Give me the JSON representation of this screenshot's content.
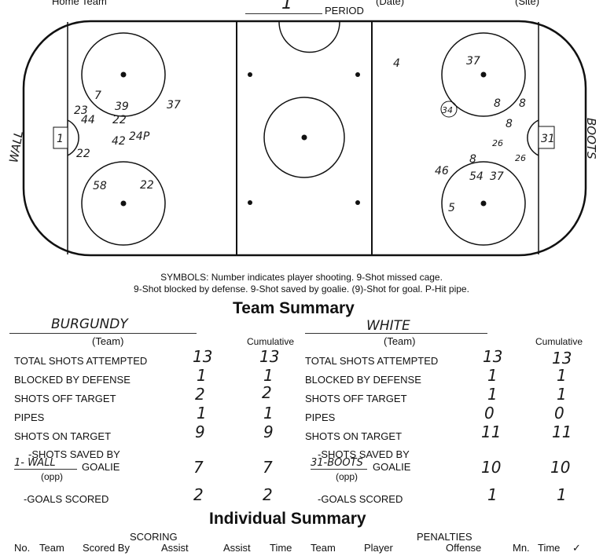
{
  "header": {
    "home_team_label": "Home Team",
    "period_value": "1",
    "period_label": "PERIOD",
    "date_label": "(Date)",
    "site_label": "(Site)"
  },
  "rink": {
    "left_goalie": "1",
    "right_goalie": "31",
    "left_goalie_name": "WALL",
    "right_goalie_name": "BOOTS",
    "marks_left": [
      "7",
      "23",
      "44",
      "39",
      "22",
      "37",
      "42",
      "24P",
      "22",
      "58",
      "22"
    ],
    "marks_right": [
      "4",
      "37",
      "34",
      "8",
      "8",
      "8",
      "26",
      "26",
      "8",
      "46",
      "54",
      "37",
      "5"
    ]
  },
  "symbols": {
    "line1": "SYMBOLS: Number indicates player shooting. 9-Shot missed cage.",
    "line2": "9-Shot blocked by defense. 9-Shot saved by goalie. (9)-Shot for goal. P-Hit pipe."
  },
  "team_summary": {
    "title": "Team Summary",
    "team_caption": "(Team)",
    "cumulative_label": "Cumulative",
    "row_labels": [
      "TOTAL SHOTS ATTEMPTED",
      "BLOCKED BY DEFENSE",
      "SHOTS OFF TARGET",
      "PIPES",
      "SHOTS ON TARGET",
      "-SHOTS SAVED BY",
      "GOALIE",
      "(opp)",
      "-GOALS SCORED"
    ],
    "left": {
      "team": "BURGUNDY",
      "goalie": "1- WALL",
      "values": [
        "13",
        "1",
        "2",
        "1",
        "9",
        "7",
        "2"
      ],
      "cumulative": [
        "13",
        "1",
        "2",
        "1",
        "9",
        "7",
        "2"
      ]
    },
    "right": {
      "team": "WHITE",
      "goalie": "31-BOOTS",
      "values": [
        "13",
        "1",
        "1",
        "0",
        "11",
        "10",
        "1"
      ],
      "cumulative": [
        "13",
        "1",
        "1",
        "0",
        "11",
        "10",
        "1"
      ]
    }
  },
  "individual_summary": {
    "title": "Individual Summary",
    "scoring_label": "SCORING",
    "penalties_label": "PENALTIES",
    "columns": [
      "No.",
      "Team",
      "Scored By",
      "Assist",
      "Assist",
      "Time",
      "Team",
      "Player",
      "Offense",
      "Mn.",
      "Time",
      "✓"
    ]
  }
}
